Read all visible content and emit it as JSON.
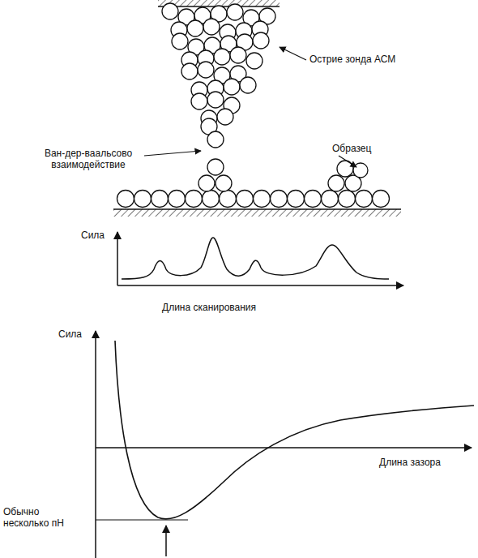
{
  "diagram": {
    "labels": [
      "Острие зонда АСМ",
      "Ван-дер-ваальсово взаимодействие",
      "Образец",
      "Сила",
      "Длина сканирования",
      "Сила",
      "Длина зазора",
      "Обычно несколько пН"
    ]
  }
}
